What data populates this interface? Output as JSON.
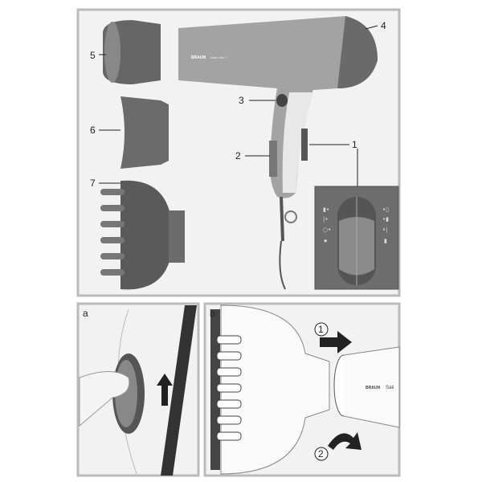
{
  "overview": {
    "callouts": [
      "1",
      "2",
      "3",
      "4",
      "5",
      "6",
      "7"
    ],
    "brand": "BRAUN",
    "model": "Satin Hair 7"
  },
  "panel_a": {
    "label": "a"
  },
  "panel_b": {
    "label": "b",
    "step1": "1",
    "step2": "2",
    "brand": "BRAUN",
    "model": "Sati"
  },
  "colors": {
    "frame": "#c8c8c8",
    "panel_bg": "#f0f0f0",
    "body": "#9a9a9a",
    "dark": "#555555"
  }
}
